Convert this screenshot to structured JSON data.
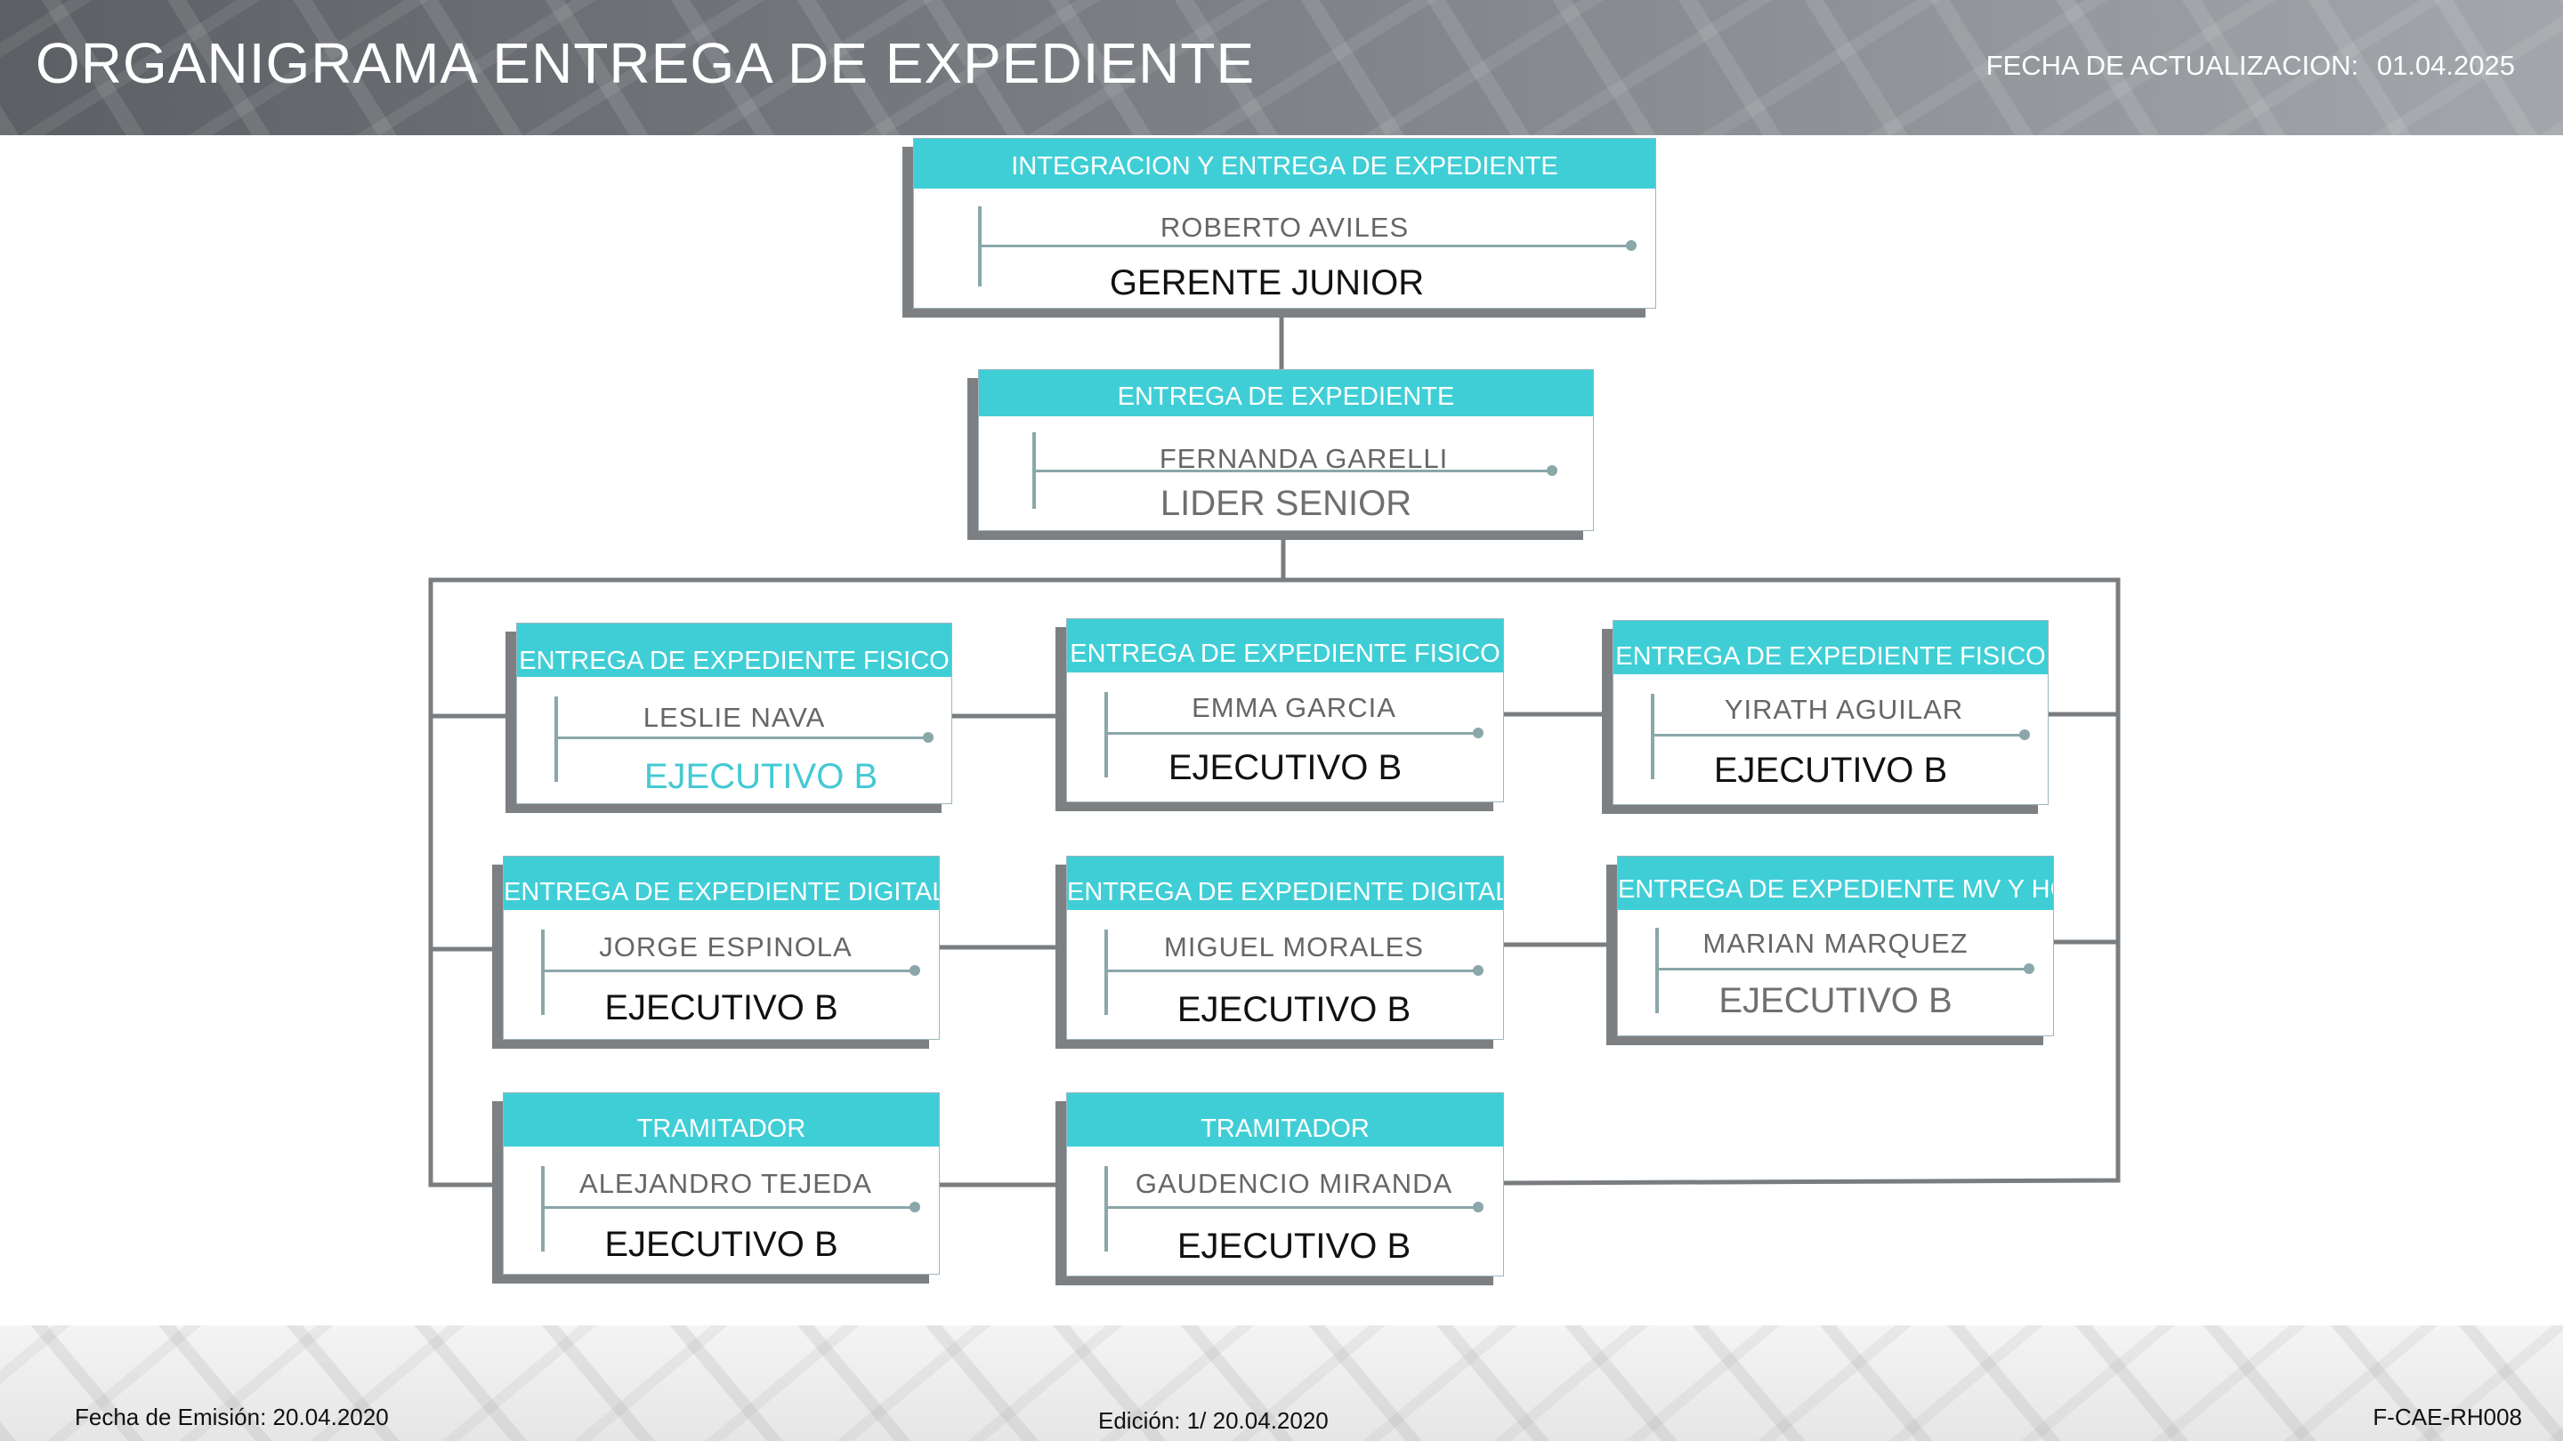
{
  "header": {
    "title": "ORGANIGRAMA ENTREGA DE EXPEDIENTE",
    "update_label": "FECHA DE ACTUALIZACION:",
    "update_date": "01.04.2025"
  },
  "colors": {
    "accent": "#40ced6",
    "shadow": "#7d8083",
    "connector": "#7a7d80",
    "header_bg": "#7b7f84"
  },
  "org": {
    "manager": {
      "area": "INTEGRACION Y ENTREGA DE EXPEDIENTE",
      "name": "ROBERTO AVILES",
      "role": "GERENTE JUNIOR"
    },
    "leader": {
      "area": "ENTREGA DE EXPEDIENTE",
      "name": "FERNANDA GARELLI",
      "role": "LIDER SENIOR"
    },
    "staff": [
      {
        "area": "ENTREGA DE EXPEDIENTE FISICO",
        "name": "LESLIE NAVA",
        "role": "EJECUTIVO B"
      },
      {
        "area": "ENTREGA DE EXPEDIENTE FISICO",
        "name": "EMMA GARCIA",
        "role": "EJECUTIVO B"
      },
      {
        "area": "ENTREGA DE EXPEDIENTE FISICO",
        "name": "YIRATH AGUILAR",
        "role": "EJECUTIVO B"
      },
      {
        "area": "ENTREGA DE EXPEDIENTE DIGITAL",
        "name": "JORGE ESPINOLA",
        "role": "EJECUTIVO B"
      },
      {
        "area": "ENTREGA DE EXPEDIENTE DIGITAL",
        "name": "MIGUEL MORALES",
        "role": "EJECUTIVO B"
      },
      {
        "area": "ENTREGA DE EXPEDIENTE MV Y HC",
        "name": "MARIAN MARQUEZ",
        "role": "EJECUTIVO B"
      },
      {
        "area": "TRAMITADOR",
        "name": "ALEJANDRO TEJEDA",
        "role": "EJECUTIVO B"
      },
      {
        "area": "TRAMITADOR",
        "name": "GAUDENCIO MIRANDA",
        "role": "EJECUTIVO B"
      }
    ]
  },
  "footer": {
    "emission": "Fecha de Emisión: 20.04.2020",
    "edition": "Edición: 1/ 20.04.2020",
    "code": "F-CAE-RH008"
  }
}
